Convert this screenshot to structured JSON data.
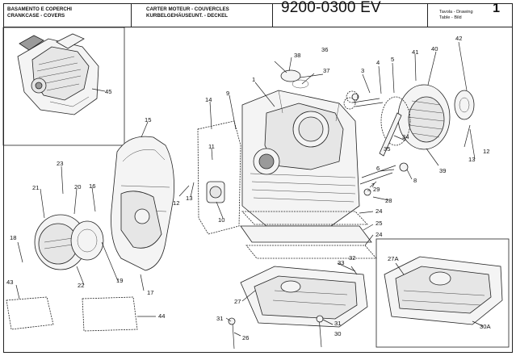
{
  "header": {
    "title_it": "BASAMENTO E COPERCHI",
    "title_en": "CRANKCASE - COVERS",
    "title_fr": "CARTER MOTEUR - COUVERCLES",
    "title_de": "KURBELGEHÄUSEUNT. - DECKEL",
    "part_number": "9200-0300 EV",
    "table_labels": [
      "Tavola - Drawing",
      "Table - Bild"
    ],
    "table_number": "1"
  },
  "callouts": [
    "1",
    "3",
    "4",
    "5",
    "6",
    "7",
    "8",
    "9",
    "10",
    "11",
    "12",
    "12",
    "13",
    "13",
    "14",
    "15",
    "16",
    "17",
    "18",
    "19",
    "20",
    "21",
    "22",
    "23",
    "24",
    "24",
    "25",
    "26",
    "27",
    "27A",
    "28",
    "29",
    "30",
    "30A",
    "31",
    "31",
    "32",
    "33",
    "34",
    "35",
    "36",
    "37",
    "38",
    "39",
    "40",
    "41",
    "42",
    "43",
    "44",
    "45"
  ]
}
